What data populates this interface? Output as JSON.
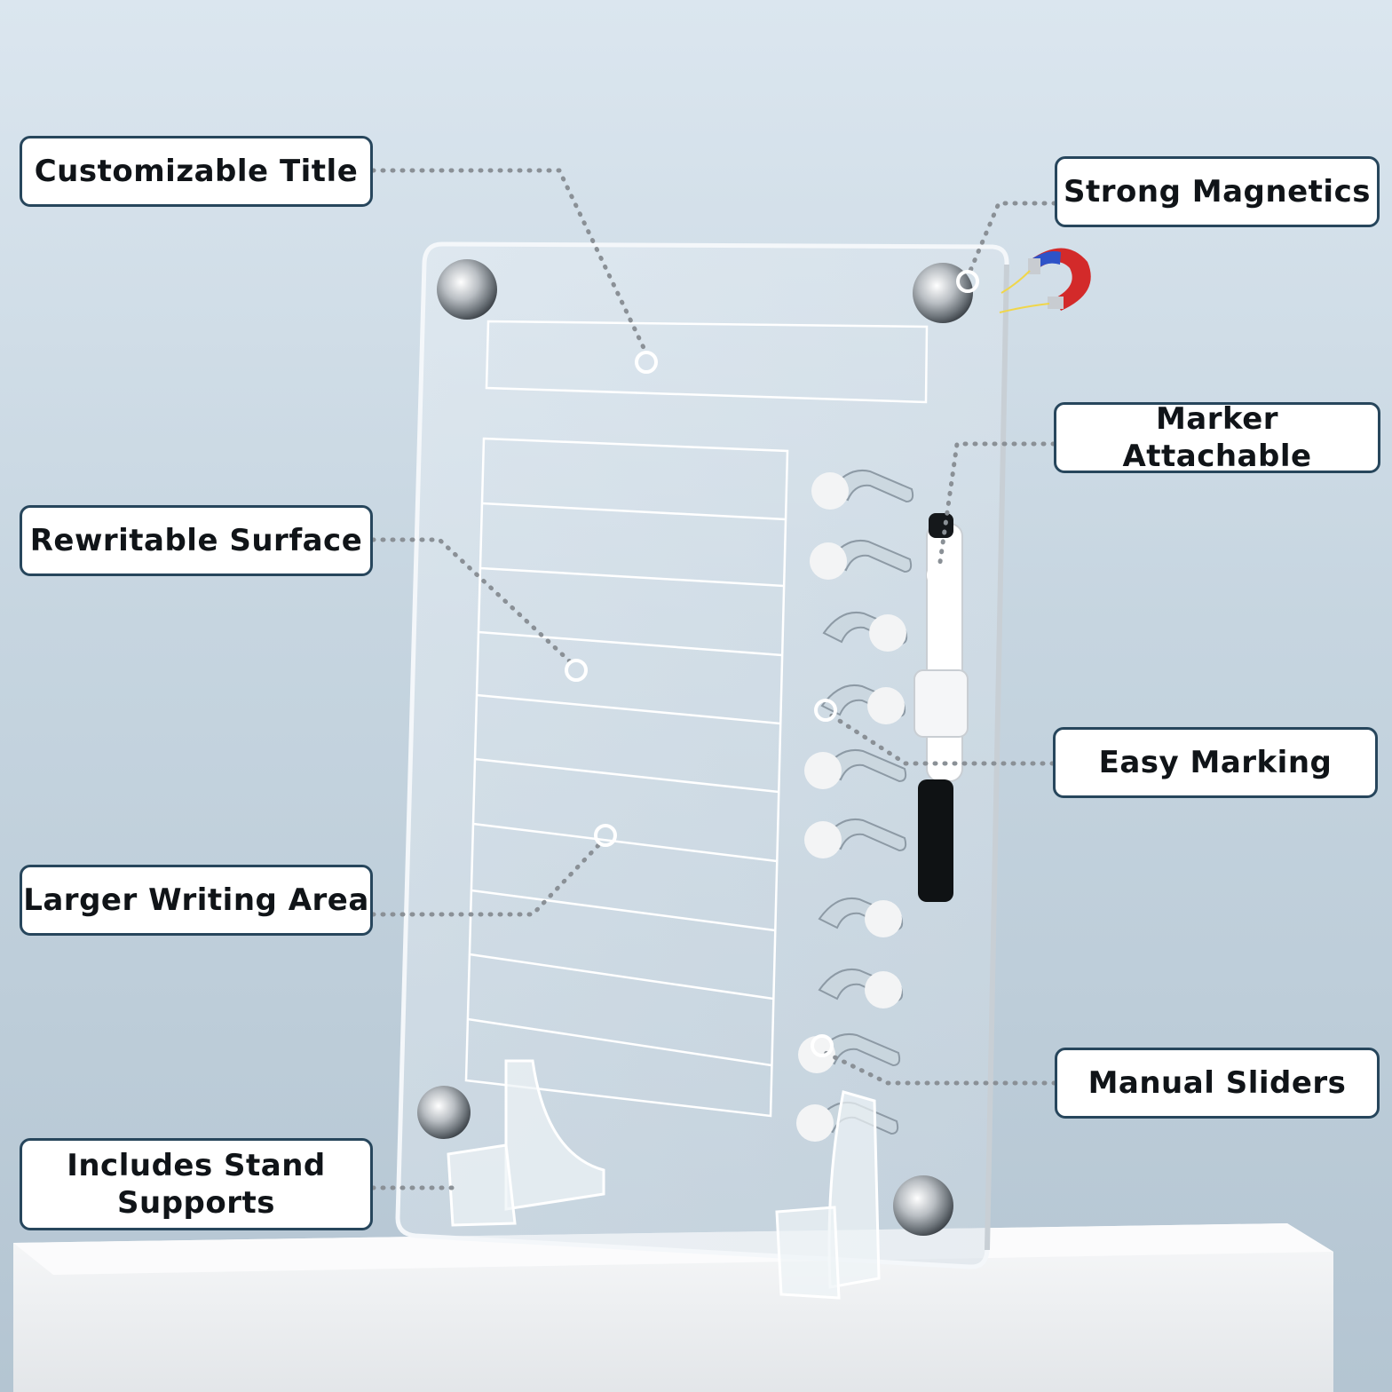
{
  "callouts": {
    "customizable_title": "Customizable Title",
    "strong_magnetics": "Strong Magnetics",
    "marker_attachable": "Marker Attachable",
    "rewritable_surface": "Rewritable Surface",
    "easy_marking": "Easy Marking",
    "larger_writing_area": "Larger Writing Area",
    "manual_sliders": "Manual Sliders",
    "includes_stand_line1": "Includes Stand",
    "includes_stand_line2": "Supports"
  },
  "colors": {
    "callout_border": "#27465c",
    "leader_dots": "#8a9096",
    "background_top": "#dbe6ef",
    "magnet_red": "#d32a2a",
    "magnet_blue": "#2e53c8"
  },
  "icons": [
    "magnet-icon",
    "marker-pen-icon",
    "standoff-screw-icon",
    "slider-tab-icon"
  ]
}
